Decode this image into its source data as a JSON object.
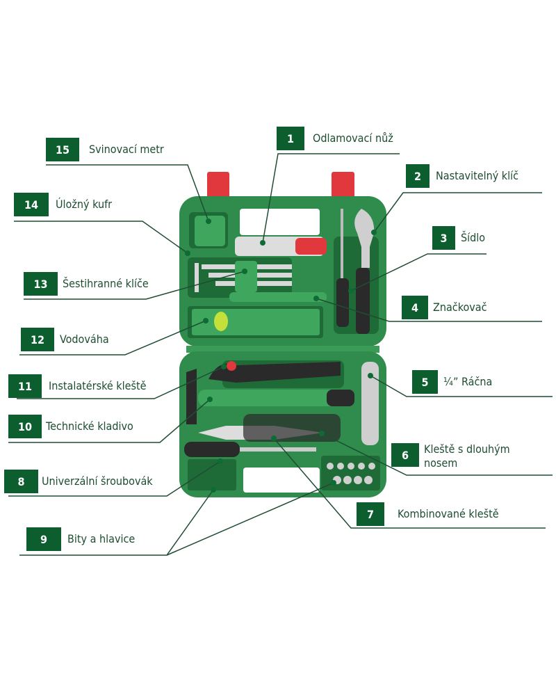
{
  "colors": {
    "label_box": "#0d5e2f",
    "case_green": "#2f8c4c",
    "clip_red": "#e0383c",
    "leader_line": "#1f4d33"
  },
  "callouts": [
    {
      "number": "1",
      "text": "Odlamovací nůž"
    },
    {
      "number": "2",
      "text": "Nastavitelný klíč"
    },
    {
      "number": "3",
      "text": "Šídlo"
    },
    {
      "number": "4",
      "text": "Značkovač"
    },
    {
      "number": "5",
      "text": "¼” Ráčna"
    },
    {
      "number": "6",
      "text": "Kleště s dlouhým",
      "text2": "nosem"
    },
    {
      "number": "7",
      "text": "Kombinované kleště"
    },
    {
      "number": "8",
      "text": "Univerzální šroubovák"
    },
    {
      "number": "9",
      "text": "Bity a hlavice"
    },
    {
      "number": "10",
      "text": "Technické kladivo"
    },
    {
      "number": "11",
      "text": "Instalatérské kleště"
    },
    {
      "number": "12",
      "text": "Vodováha"
    },
    {
      "number": "13",
      "text": "Šestihranné klíče"
    },
    {
      "number": "14",
      "text": "Úložný kufr"
    },
    {
      "number": "15",
      "text": "Svinovací metr"
    }
  ]
}
